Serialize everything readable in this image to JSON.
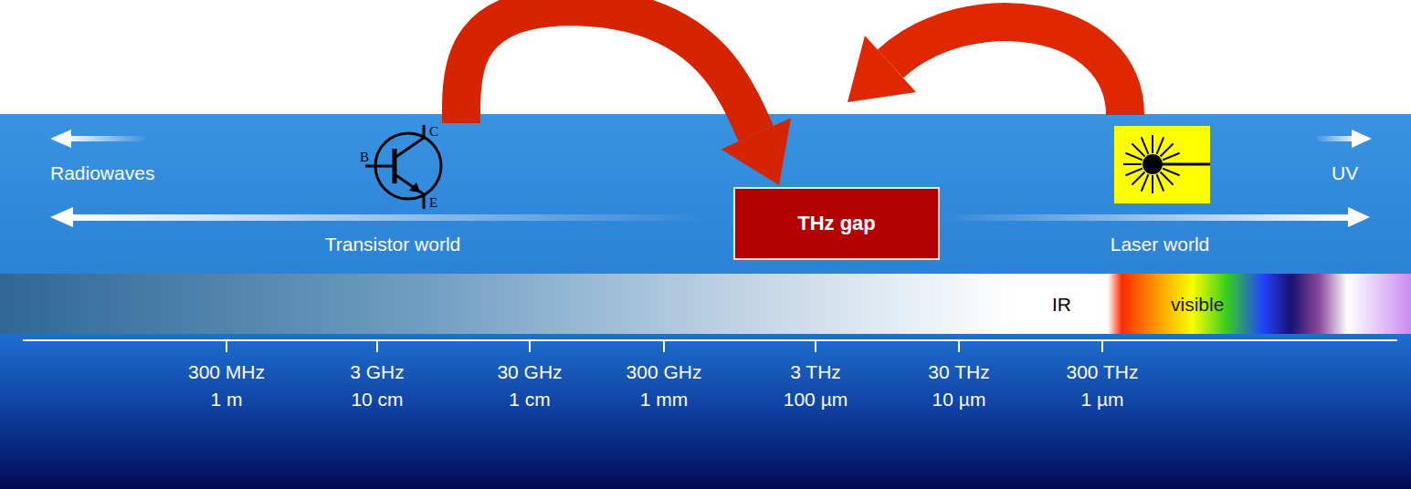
{
  "diagram": {
    "nodes": [
      {
        "text": [
          "B",
          "C",
          "E"
        ]
      },
      {
        "text": [
          "THz gap"
        ]
      }
    ],
    "edges": [
      {
        "from": 0,
        "to": 1,
        "arrow": "to"
      }
    ],
    "labels": [
      "Radiowaves",
      "UV",
      "Transistor world",
      "Laser world",
      "IR",
      "visible",
      "300 MHz",
      "1 m",
      "3 GHz",
      "10 cm",
      "30 GHz",
      "1 cm",
      "300 GHz",
      "1 mm",
      "3 THz",
      "100 µm",
      "30 THz",
      "10 µm",
      "300 THz",
      "1 µm"
    ]
  }
}
